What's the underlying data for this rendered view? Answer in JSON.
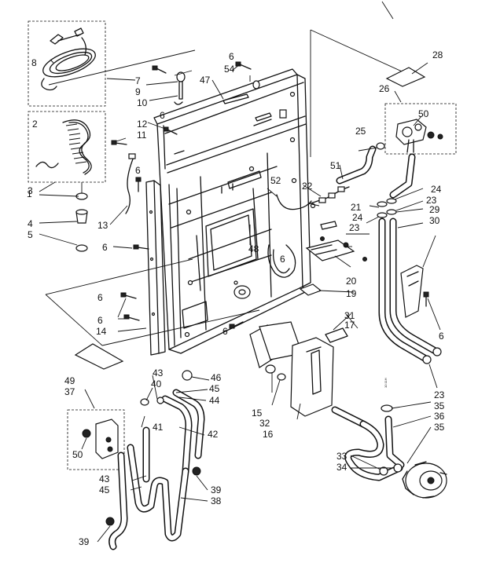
{
  "callouts": [
    {
      "id": "c1",
      "text": "1"
    },
    {
      "id": "c2",
      "text": "2"
    },
    {
      "id": "c3",
      "text": "3"
    },
    {
      "id": "c4",
      "text": "4"
    },
    {
      "id": "c5",
      "text": "5"
    },
    {
      "id": "c6a",
      "text": "6"
    },
    {
      "id": "c6b",
      "text": "6"
    },
    {
      "id": "c6c",
      "text": "6"
    },
    {
      "id": "c6d",
      "text": "6"
    },
    {
      "id": "c6e",
      "text": "6"
    },
    {
      "id": "c6f",
      "text": "6"
    },
    {
      "id": "c6g",
      "text": "6"
    },
    {
      "id": "c6h",
      "text": "6"
    },
    {
      "id": "c6i",
      "text": "6"
    },
    {
      "id": "c7",
      "text": "7"
    },
    {
      "id": "c8",
      "text": "8"
    },
    {
      "id": "c9",
      "text": "9"
    },
    {
      "id": "c10",
      "text": "10"
    },
    {
      "id": "c11",
      "text": "11"
    },
    {
      "id": "c12",
      "text": "12"
    },
    {
      "id": "c13",
      "text": "13"
    },
    {
      "id": "c14",
      "text": "14"
    },
    {
      "id": "c15",
      "text": "15"
    },
    {
      "id": "c16",
      "text": "16"
    },
    {
      "id": "c17",
      "text": "17"
    },
    {
      "id": "c19",
      "text": "19"
    },
    {
      "id": "c20",
      "text": "20"
    },
    {
      "id": "c21",
      "text": "21"
    },
    {
      "id": "c22",
      "text": "22"
    },
    {
      "id": "c23a",
      "text": "23"
    },
    {
      "id": "c23b",
      "text": "23"
    },
    {
      "id": "c23c",
      "text": "23"
    },
    {
      "id": "c24a",
      "text": "24"
    },
    {
      "id": "c24b",
      "text": "24"
    },
    {
      "id": "c25",
      "text": "25"
    },
    {
      "id": "c26",
      "text": "26"
    },
    {
      "id": "c28",
      "text": "28"
    },
    {
      "id": "c29",
      "text": "29"
    },
    {
      "id": "c30",
      "text": "30"
    },
    {
      "id": "c31",
      "text": "31"
    },
    {
      "id": "c32",
      "text": "32"
    },
    {
      "id": "c33",
      "text": "33"
    },
    {
      "id": "c34",
      "text": "34"
    },
    {
      "id": "c35a",
      "text": "35"
    },
    {
      "id": "c35b",
      "text": "35"
    },
    {
      "id": "c36",
      "text": "36"
    },
    {
      "id": "c37",
      "text": "37"
    },
    {
      "id": "c38",
      "text": "38"
    },
    {
      "id": "c39a",
      "text": "39"
    },
    {
      "id": "c39b",
      "text": "39"
    },
    {
      "id": "c40",
      "text": "40"
    },
    {
      "id": "c41",
      "text": "41"
    },
    {
      "id": "c42",
      "text": "42"
    },
    {
      "id": "c43a",
      "text": "43"
    },
    {
      "id": "c43b",
      "text": "43"
    },
    {
      "id": "c44",
      "text": "44"
    },
    {
      "id": "c45a",
      "text": "45"
    },
    {
      "id": "c45b",
      "text": "45"
    },
    {
      "id": "c46",
      "text": "46"
    },
    {
      "id": "c47",
      "text": "47"
    },
    {
      "id": "c48",
      "text": "48"
    },
    {
      "id": "c49",
      "text": "49"
    },
    {
      "id": "c50a",
      "text": "50"
    },
    {
      "id": "c50b",
      "text": "50"
    },
    {
      "id": "c51",
      "text": "51"
    },
    {
      "id": "c52",
      "text": "52"
    },
    {
      "id": "c54",
      "text": "54"
    }
  ],
  "small_mark": "10 11H"
}
